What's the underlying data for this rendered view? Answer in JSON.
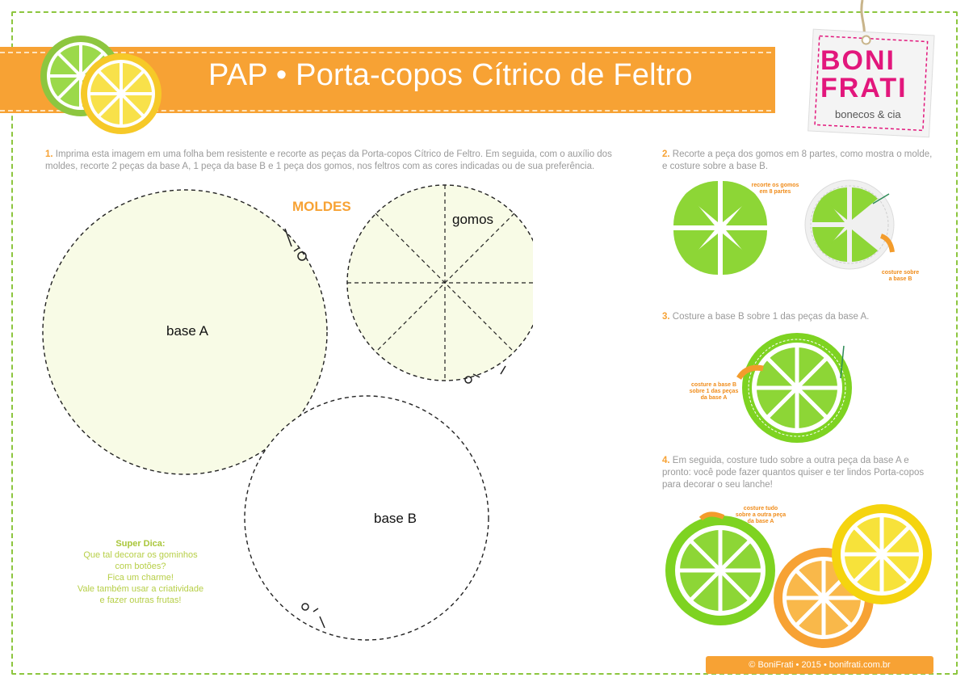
{
  "title": "PAP • Porta-copos Cítrico de Feltro",
  "brand": {
    "line1": "BONI",
    "line2": "FRATI",
    "tagline": "bonecos & cia"
  },
  "steps": [
    {
      "num": "1.",
      "text": "Imprima esta imagem em uma folha bem resistente e recorte as peças da Porta-copos Cítrico de Feltro. Em seguida, com o auxílio dos moldes, recorte 2 peças da base A, 1 peça da base B e 1 peça dos gomos, nos feltros com as cores  indicadas ou de sua preferência."
    },
    {
      "num": "2.",
      "text": "Recorte a peça dos gomos em 8 partes, como mostra o molde, e costure sobre a base B."
    },
    {
      "num": "3.",
      "text": "Costure a base B sobre 1 das peças da base A."
    },
    {
      "num": "4.",
      "text": "Em seguida, costure tudo sobre a outra peça da base A e pronto: você pode fazer quantos quiser e ter lindos Porta-copos para decorar o seu lanche!"
    }
  ],
  "moldes": {
    "heading": "MOLDES",
    "base_a": "base A",
    "base_b": "base B",
    "gomos": "gomos"
  },
  "annotations": {
    "recorte_gomos": [
      "recorte os gomos",
      "em 8 partes"
    ],
    "costure_base_b": [
      "costure sobre",
      "a base B"
    ],
    "costure_a_base_b": [
      "costure a base B",
      "sobre 1 das peças",
      "da base A"
    ],
    "costure_tudo": [
      "costure tudo",
      "sobre a outra peça",
      "da base A"
    ]
  },
  "tip": {
    "title": "Super Dica:",
    "lines": [
      "Que tal decorar os gominhos",
      "com botões?",
      "Fica um charme!",
      "Vale também usar a criatividade",
      "e fazer outras frutas!"
    ]
  },
  "footer": "© BoniFrati  •  2015  •  bonifrati.com.br",
  "colors": {
    "orange": "#f7a234",
    "green": "#8dc63f",
    "lime": "#7ed321",
    "yellow": "#f5d40f",
    "pink": "#e2177c",
    "cream": "#f8fbe6"
  }
}
